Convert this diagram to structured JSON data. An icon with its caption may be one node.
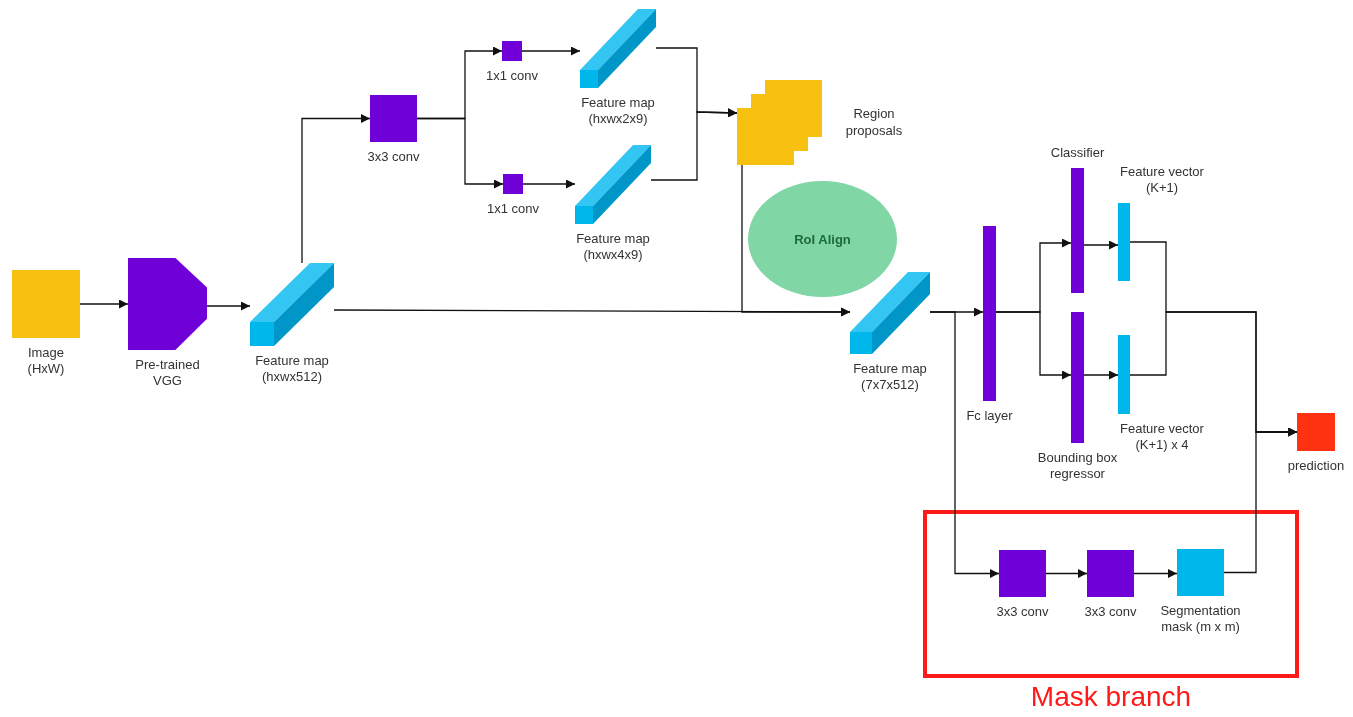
{
  "diagram": {
    "nodes": [
      {
        "text": [
          "Image (HxW)"
        ]
      },
      {
        "text": [
          "Pre-trained VGG"
        ]
      },
      {
        "text": [
          "Feature map (hxwx512)"
        ]
      },
      {
        "text": [
          "3x3 conv"
        ]
      },
      {
        "text": [
          "1x1 conv"
        ]
      },
      {
        "text": [
          "Feature map (hxwx2x9)"
        ]
      },
      {
        "text": [
          "1x1 conv"
        ]
      },
      {
        "text": [
          "Feature map (hxwx4x9)"
        ]
      },
      {
        "text": [
          "Region proposals"
        ]
      },
      {
        "text": [
          "RoI Align"
        ]
      },
      {
        "text": [
          "Feature map (7x7x512)"
        ]
      },
      {
        "text": [
          "Fc layer"
        ]
      },
      {
        "text": [
          "Classifier"
        ]
      },
      {
        "text": [
          "Bounding box regressor"
        ]
      },
      {
        "text": [
          "Feature vector (K+1)"
        ]
      },
      {
        "text": [
          "Feature vector (K+1) x 4"
        ]
      },
      {
        "text": [
          "prediction"
        ]
      },
      {
        "text": [
          "Mask branch"
        ]
      },
      {
        "text": [
          "3x3 conv"
        ],
        "in": 17
      },
      {
        "text": [
          "3x3 conv"
        ],
        "in": 17
      },
      {
        "text": [
          "Segmentation mask (m x m)"
        ],
        "in": 17
      }
    ],
    "edges": [
      {
        "from": 0,
        "to": 1,
        "arrow": "to"
      },
      {
        "from": 1,
        "to": 2,
        "arrow": "to"
      },
      {
        "from": 2,
        "to": 3,
        "arrow": "to"
      },
      {
        "from": 3,
        "to": 4,
        "arrow": "to"
      },
      {
        "from": 3,
        "to": 6,
        "arrow": "to"
      },
      {
        "from": 4,
        "to": 5,
        "arrow": "to"
      },
      {
        "from": 6,
        "to": 7,
        "arrow": "to"
      },
      {
        "from": 5,
        "to": 8,
        "arrow": "to"
      },
      {
        "from": 7,
        "to": 8,
        "arrow": "to"
      },
      {
        "from": 2,
        "to": 10,
        "arrow": "to"
      },
      {
        "from": 8,
        "to": 10,
        "arrow": "to"
      },
      {
        "from": 10,
        "to": 11,
        "arrow": "to"
      },
      {
        "from": 11,
        "to": 12,
        "arrow": "to"
      },
      {
        "from": 11,
        "to": 13,
        "arrow": "to"
      },
      {
        "from": 12,
        "to": 14,
        "arrow": "to"
      },
      {
        "from": 13,
        "to": 15,
        "arrow": "to"
      },
      {
        "from": 14,
        "to": 16,
        "arrow": "to"
      },
      {
        "from": 15,
        "to": 16,
        "arrow": "to"
      },
      {
        "from": 10,
        "to": 18,
        "arrow": "to"
      },
      {
        "from": 18,
        "to": 19,
        "arrow": "to"
      },
      {
        "from": 19,
        "to": 20,
        "arrow": "to"
      },
      {
        "from": 20,
        "to": 16,
        "arrow": "to"
      }
    ]
  }
}
